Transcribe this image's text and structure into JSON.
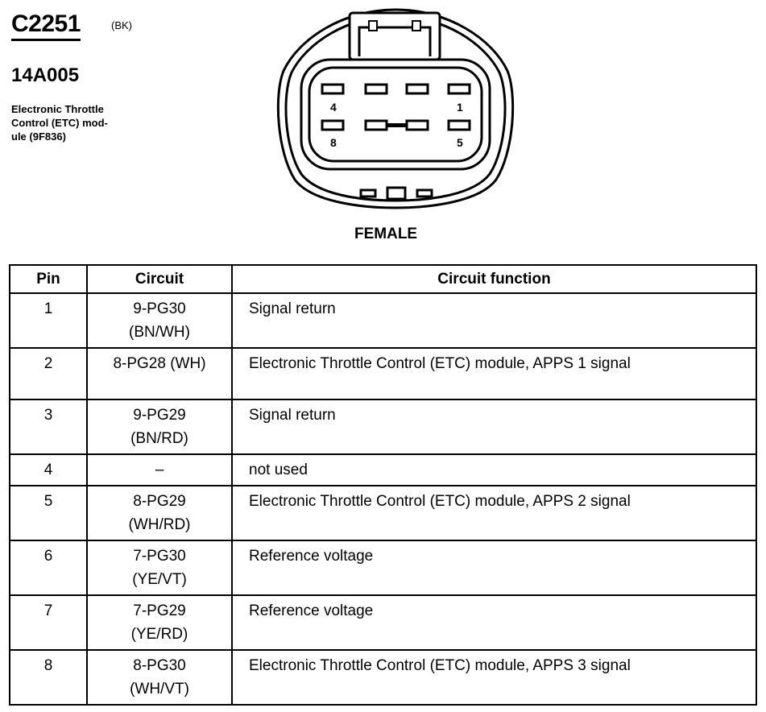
{
  "header": {
    "connector_id": "C2251",
    "color_code": "(BK)",
    "part_number": "14A005",
    "description": [
      "Electronic Throttle",
      "Control (ETC) mod-",
      "ule (9F836)"
    ]
  },
  "diagram": {
    "pin_labels": [
      "4",
      "1",
      "8",
      "5"
    ],
    "gender": "FEMALE"
  },
  "table": {
    "headers": [
      "Pin",
      "Circuit",
      "Circuit function"
    ],
    "rows": [
      {
        "pin": "1",
        "circuit": [
          "9-PG30",
          "(BN/WH)"
        ],
        "function": "Signal return"
      },
      {
        "pin": "2",
        "circuit": [
          "8-PG28 (WH)",
          ""
        ],
        "function": "Electronic Throttle Control (ETC) module, APPS 1 signal"
      },
      {
        "pin": "3",
        "circuit": [
          "9-PG29",
          "(BN/RD)"
        ],
        "function": "Signal return"
      },
      {
        "pin": "4",
        "circuit": [
          "–",
          ""
        ],
        "function": "not used"
      },
      {
        "pin": "5",
        "circuit": [
          "8-PG29",
          "(WH/RD)"
        ],
        "function": "Electronic Throttle Control (ETC) module, APPS 2 signal"
      },
      {
        "pin": "6",
        "circuit": [
          "7-PG30",
          "(YE/VT)"
        ],
        "function": "Reference voltage"
      },
      {
        "pin": "7",
        "circuit": [
          "7-PG29",
          "(YE/RD)"
        ],
        "function": "Reference voltage"
      },
      {
        "pin": "8",
        "circuit": [
          "8-PG30",
          "(WH/VT)"
        ],
        "function": "Electronic Throttle Control (ETC) module, APPS 3 signal"
      }
    ]
  }
}
